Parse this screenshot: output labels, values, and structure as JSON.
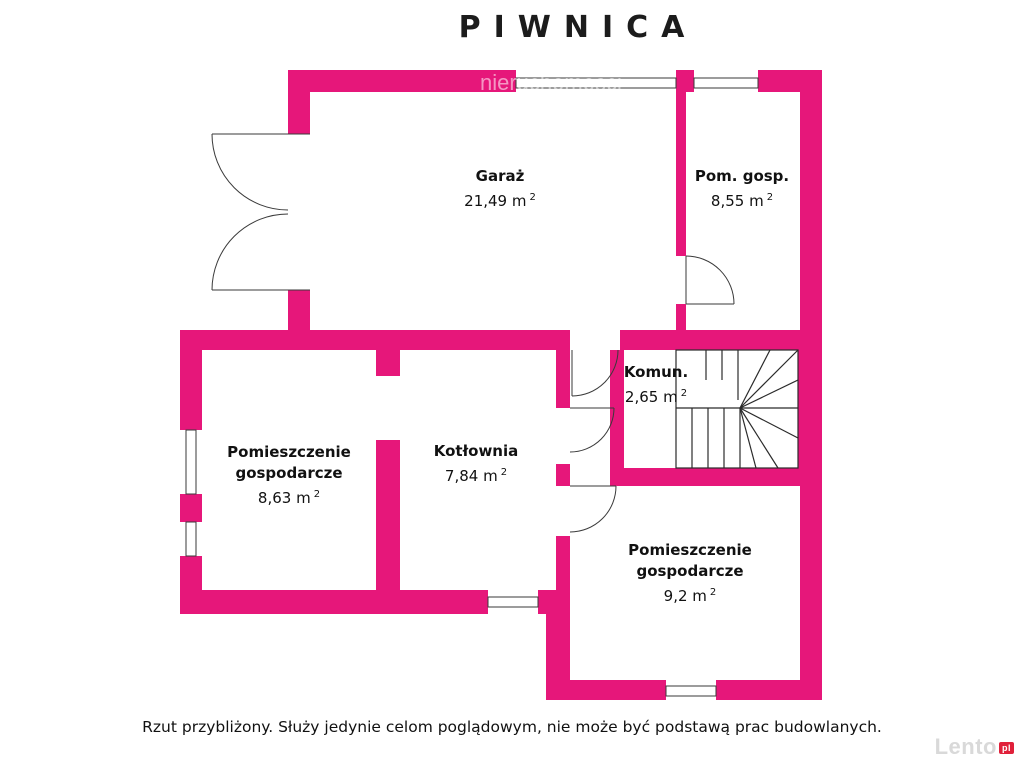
{
  "title": "PIWNICA",
  "watermark": "nieruchomości",
  "note": "Rzut przybliżony. Służy jedynie celom poglądowym, nie może być podstawą prac budowlanych.",
  "logo": "Lento",
  "logo_badge": "pl",
  "rooms": [
    {
      "name": "Garaż",
      "area": "21,49 m",
      "sup": "2"
    },
    {
      "name": "Pom. gosp.",
      "area": "8,55 m",
      "sup": "2"
    },
    {
      "name": "Komun.",
      "area": "2,65 m",
      "sup": "2"
    },
    {
      "name": "Pomieszczenie gospodarcze",
      "name_l1": "Pomieszczenie",
      "name_l2": "gospodarcze",
      "area": "8,63 m",
      "sup": "2"
    },
    {
      "name": "Kotłownia",
      "area": "7,84 m",
      "sup": "2"
    },
    {
      "name": "Pomieszczenie gospodarcze",
      "name_l1": "Pomieszczenie",
      "name_l2": "gospodarcze",
      "area": "9,2 m",
      "sup": "2"
    }
  ],
  "colors": {
    "wall": "#e6177a",
    "line": "#3a3a3a",
    "background": "#ffffff"
  }
}
